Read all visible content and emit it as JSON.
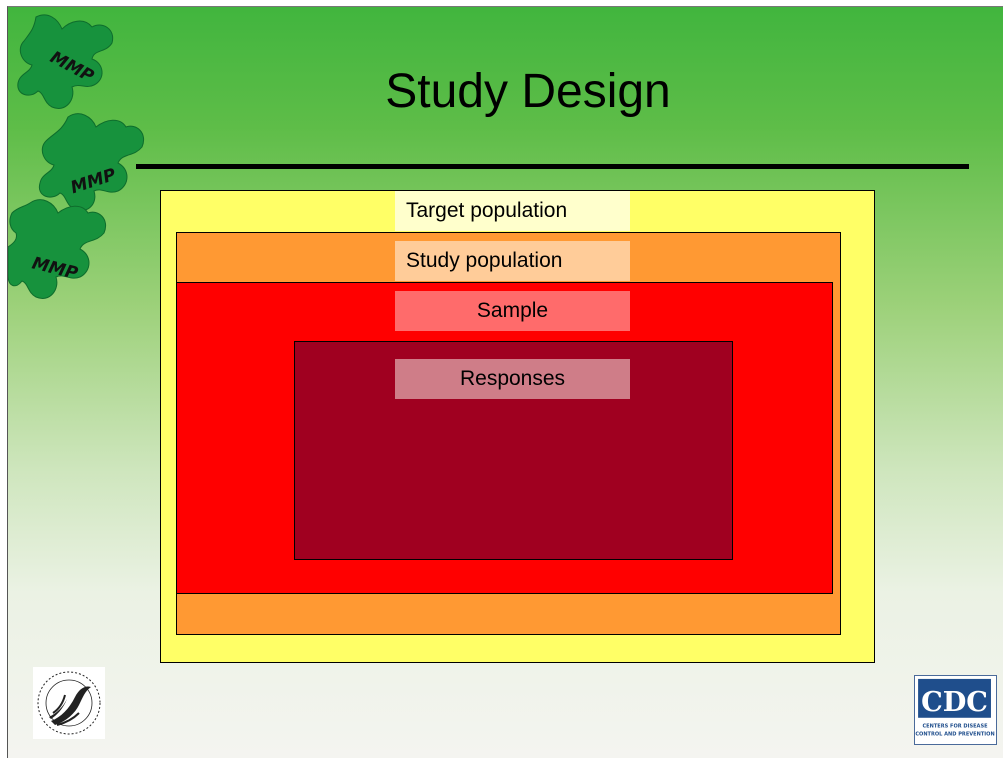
{
  "slide": {
    "title": "Study Design",
    "puzzle_label": "MMP"
  },
  "diagram": {
    "levels": [
      {
        "label": "Target population",
        "color": "#ffff66"
      },
      {
        "label": "Study population",
        "color": "#ff9933"
      },
      {
        "label": "Sample",
        "color": "#ff0000"
      },
      {
        "label": "Responses",
        "color": "#a00020"
      }
    ]
  },
  "logos": {
    "hhs": "hhs-seal-icon",
    "cdc_text": "CDC",
    "cdc_subtitle_1": "CENTERS FOR DISEASE",
    "cdc_subtitle_2": "CONTROL AND PREVENTION"
  },
  "colors": {
    "background_top": "#41b53e",
    "puzzle": "#17923d",
    "title_rule": "#000000"
  }
}
